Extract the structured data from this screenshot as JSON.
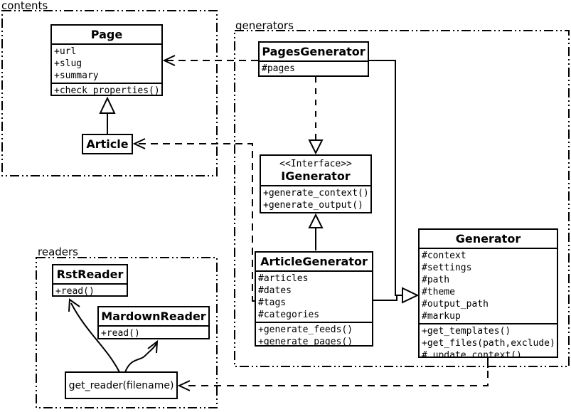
{
  "packages": {
    "contents": {
      "label": "contents"
    },
    "generators": {
      "label": "generators"
    },
    "readers": {
      "label": "readers"
    }
  },
  "classes": {
    "page": {
      "name": "Page",
      "attrs": [
        "+url",
        "+slug",
        "+summary"
      ],
      "methods": [
        "+check_properties()"
      ]
    },
    "article": {
      "name": "Article"
    },
    "pagesGenerator": {
      "name": "PagesGenerator",
      "attrs": [
        "#pages"
      ]
    },
    "igenerator": {
      "stereotype": "<<Interface>>",
      "name": "IGenerator",
      "methods": [
        "+generate_context()",
        "+generate_output()"
      ]
    },
    "articleGenerator": {
      "name": "ArticleGenerator",
      "attrs": [
        "#articles",
        "#dates",
        "#tags",
        "#categories"
      ],
      "methods": [
        "+generate_feeds()",
        "+generate_pages()"
      ]
    },
    "generator": {
      "name": "Generator",
      "attrs": [
        "#context",
        "#settings",
        "#path",
        "#theme",
        "#output_path",
        "#markup"
      ],
      "methods": [
        "+get_templates()",
        "+get_files(path,exclude)",
        "#_update_context()"
      ]
    },
    "rstReader": {
      "name": "RstReader",
      "methods": [
        "+read()"
      ]
    },
    "mardownReader": {
      "name": "MardownReader",
      "methods": [
        "+read()"
      ]
    }
  },
  "functions": {
    "getReader": {
      "label": "get_reader(filename)"
    }
  },
  "relationships": [
    {
      "from": "Article",
      "to": "Page",
      "type": "generalization"
    },
    {
      "from": "PagesGenerator",
      "to": "Page",
      "type": "dependency-dashed"
    },
    {
      "from": "ArticleGenerator",
      "to": "Article",
      "type": "dependency-dashed"
    },
    {
      "from": "PagesGenerator",
      "to": "IGenerator",
      "type": "realization-dashed"
    },
    {
      "from": "ArticleGenerator",
      "to": "IGenerator",
      "type": "realization"
    },
    {
      "from": "PagesGenerator",
      "to": "Generator",
      "type": "generalization"
    },
    {
      "from": "ArticleGenerator",
      "to": "Generator",
      "type": "generalization"
    },
    {
      "from": "Generator",
      "to": "get_reader(filename)",
      "type": "dependency-dashed"
    },
    {
      "from": "get_reader(filename)",
      "to": "RstReader",
      "type": "arrow-curved"
    },
    {
      "from": "get_reader(filename)",
      "to": "MardownReader",
      "type": "arrow-curved"
    }
  ],
  "colors": {
    "stroke": "#000000",
    "background": "#ffffff"
  }
}
